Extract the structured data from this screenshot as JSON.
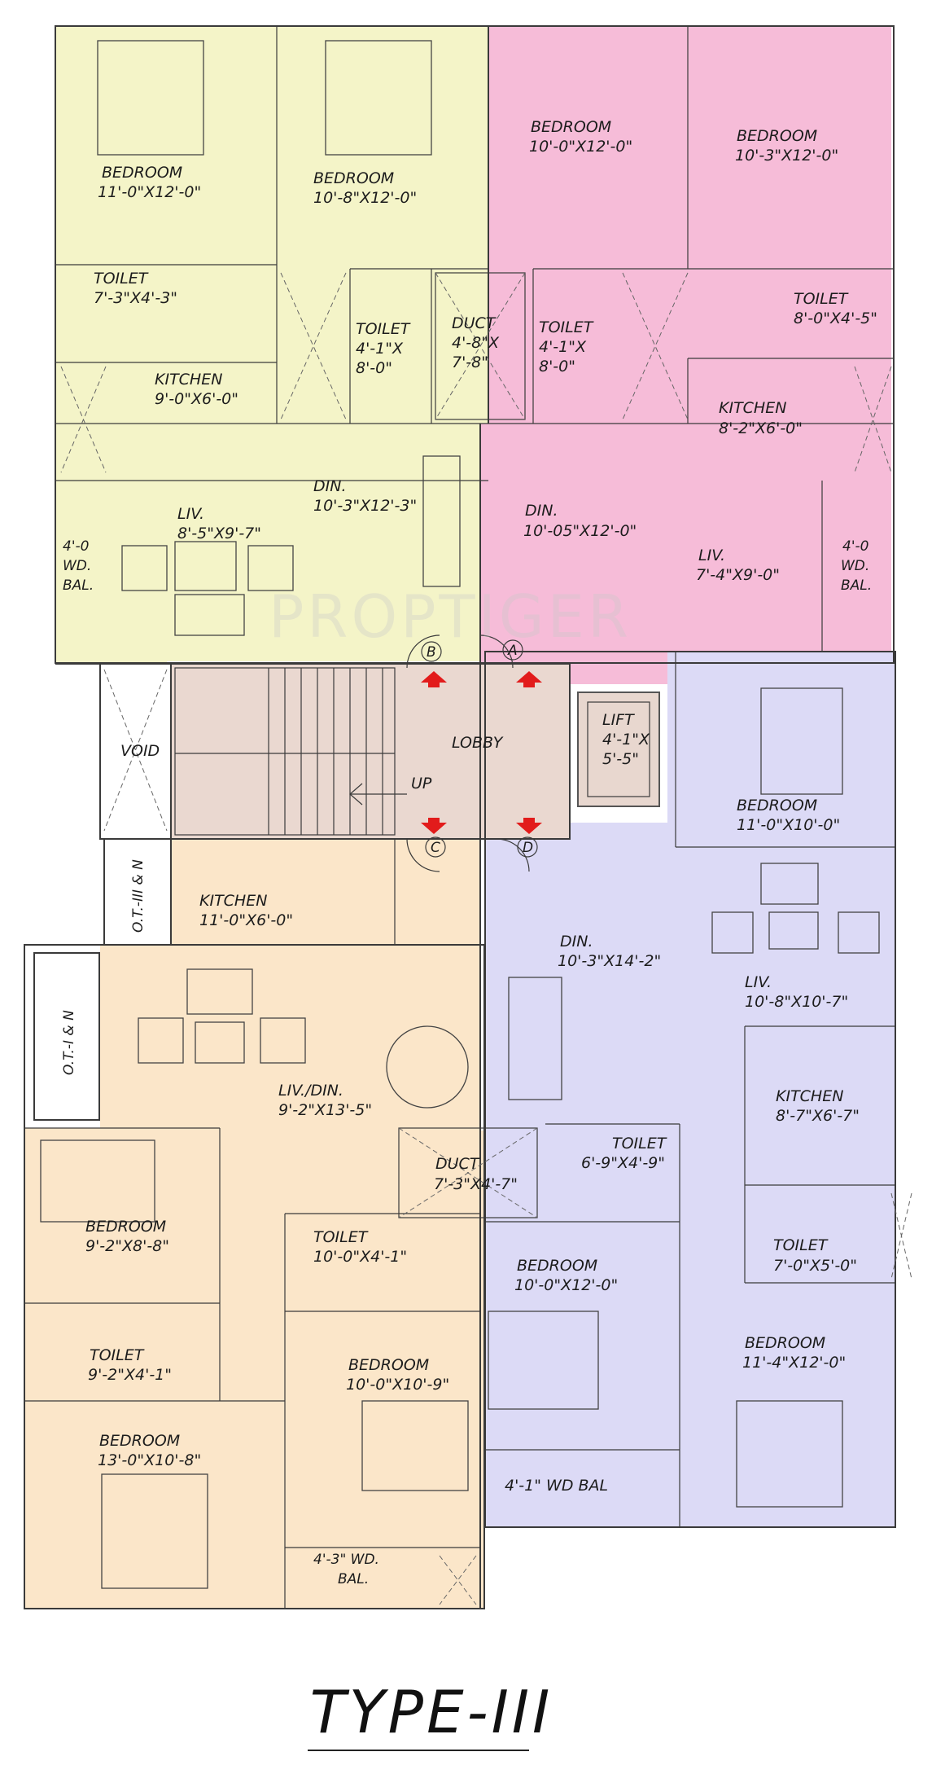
{
  "watermark": "PROPTIGER",
  "title": "TYPE-III",
  "colors": {
    "unit_a": "#f4f4c8",
    "unit_b": "#f6bcd8",
    "unit_c": "#fbe6c9",
    "unit_d": "#dcdaf6",
    "lobby": "#ead8d0",
    "lift": "#e8d7cf",
    "arrow": "#e21b1b"
  },
  "units": {
    "a": {
      "bedroom1": {
        "name": "BEDROOM",
        "dim": "11'-0\"X12'-0\""
      },
      "bedroom2": {
        "name": "BEDROOM",
        "dim": "10'-8\"X12'-0\""
      },
      "toilet1": {
        "name": "TOILET",
        "dim": "7'-3\"X4'-3\""
      },
      "toilet2": {
        "name": "TOILET",
        "dim1": "4'-1\"X",
        "dim2": "8'-0\""
      },
      "kitchen": {
        "name": "KITCHEN",
        "dim": "9'-0\"X6'-0\""
      },
      "din": {
        "name": "DIN.",
        "dim": "10'-3\"X12'-3\""
      },
      "liv": {
        "name": "LIV.",
        "dim": "8'-5\"X9'-7\""
      },
      "bal": {
        "l1": "4'-0",
        "l2": "WD.",
        "l3": "BAL."
      }
    },
    "b": {
      "bedroom1": {
        "name": "BEDROOM",
        "dim": "10'-0\"X12'-0\""
      },
      "bedroom2": {
        "name": "BEDROOM",
        "dim": "10'-3\"X12'-0\""
      },
      "toilet1": {
        "name": "TOILET",
        "dim1": "4'-1\"X",
        "dim2": "8'-0\""
      },
      "toilet2": {
        "name": "TOILET",
        "dim": "8'-0\"X4'-5\""
      },
      "kitchen": {
        "name": "KITCHEN",
        "dim": "8'-2\"X6'-0\""
      },
      "din": {
        "name": "DIN.",
        "dim": "10'-05\"X12'-0\""
      },
      "liv": {
        "name": "LIV.",
        "dim": "7'-4\"X9'-0\""
      },
      "bal": {
        "l1": "4'-0",
        "l2": "WD.",
        "l3": "BAL."
      }
    },
    "c": {
      "kitchen": {
        "name": "KITCHEN",
        "dim": "11'-0\"X6'-0\""
      },
      "livdin": {
        "name": "LIV./DIN.",
        "dim": "9'-2\"X13'-5\""
      },
      "bedroom1": {
        "name": "BEDROOM",
        "dim": "9'-2\"X8'-8\""
      },
      "toilet1": {
        "name": "TOILET",
        "dim": "10'-0\"X4'-1\""
      },
      "toilet2": {
        "name": "TOILET",
        "dim": "9'-2\"X4'-1\""
      },
      "bedroom2": {
        "name": "BEDROOM",
        "dim": "10'-0\"X10'-9\""
      },
      "bedroom3": {
        "name": "BEDROOM",
        "dim": "13'-0\"X10'-8\""
      },
      "bal": {
        "l1": "4'-3\" WD.",
        "l2": "BAL."
      }
    },
    "d": {
      "bedroom1": {
        "name": "BEDROOM",
        "dim": "11'-0\"X10'-0\""
      },
      "din": {
        "name": "DIN.",
        "dim": "10'-3\"X14'-2\""
      },
      "liv": {
        "name": "LIV.",
        "dim": "10'-8\"X10'-7\""
      },
      "kitchen": {
        "name": "KITCHEN",
        "dim": "8'-7\"X6'-7\""
      },
      "toilet1": {
        "name": "TOILET",
        "dim": "6'-9\"X4'-9\""
      },
      "toilet2": {
        "name": "TOILET",
        "dim": "7'-0\"X5'-0\""
      },
      "bedroom2": {
        "name": "BEDROOM",
        "dim": "10'-0\"X12'-0\""
      },
      "bedroom3": {
        "name": "BEDROOM",
        "dim": "11'-4\"X12'-0\""
      },
      "bal": {
        "text": "4'-1\" WD BAL"
      }
    }
  },
  "core": {
    "duct1": {
      "name": "DUCT",
      "dim1": "4'-8\"X",
      "dim2": "7'-8\""
    },
    "duct2": {
      "name": "DUCT",
      "dim": "7'-3\"X4'-7\""
    },
    "lift": {
      "name": "LIFT",
      "dim1": "4'-1\"X",
      "dim2": "5'-5\""
    },
    "lobby": "LOBBY",
    "up": "UP",
    "void": "VOID",
    "ot1": "O.T.-I & N",
    "ot3": "O.T.-III & N",
    "doors": [
      "A",
      "B",
      "C",
      "D"
    ]
  }
}
